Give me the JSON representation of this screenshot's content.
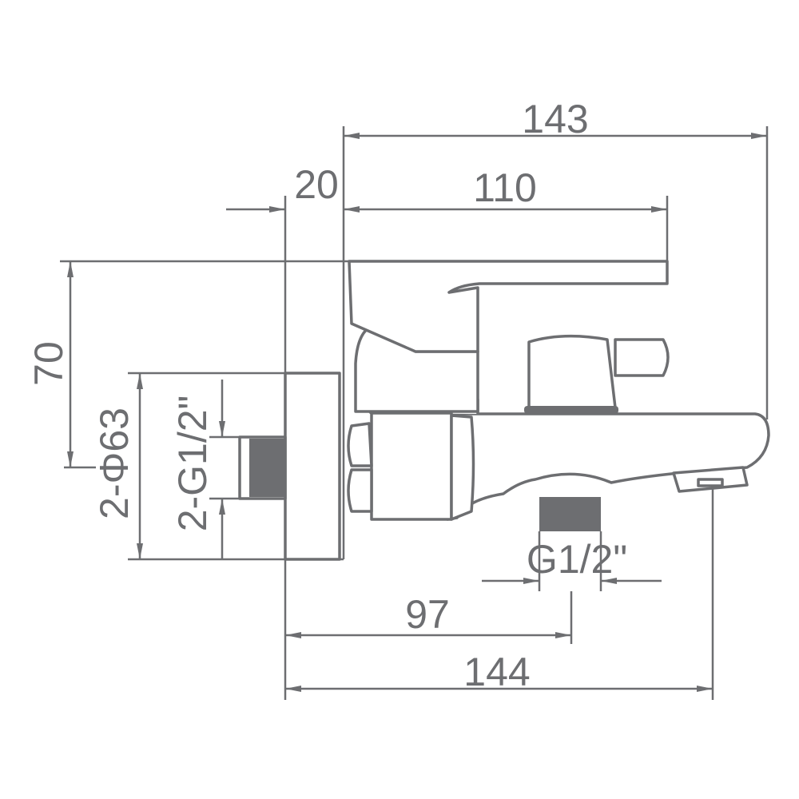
{
  "drawing": {
    "color": "#6d6e71",
    "dimensions": {
      "overall_top": "143",
      "wall_offset": "20",
      "handle_length": "110",
      "height": "70",
      "flange_diameter": "2-Φ63",
      "inlet_thread": "2-G1/2\"",
      "outlet_thread": "G1/2\"",
      "outlet_distance": "97",
      "spout_reach": "144"
    }
  }
}
